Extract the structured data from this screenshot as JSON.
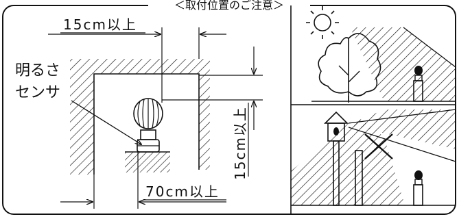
{
  "title": "＜取付位置のご注意＞",
  "labels": {
    "sensor_line1": "明るさ",
    "sensor_line2": "センサ",
    "dim_top": "15cm以上",
    "dim_right": "15cm以上",
    "dim_bottom": "70cm以上"
  },
  "colors": {
    "ink": "#111111",
    "background": "#ffffff"
  },
  "icons": [
    "sun-icon",
    "tree-icon",
    "garden-light-icon",
    "street-lamp-icon",
    "x-mark-icon"
  ]
}
